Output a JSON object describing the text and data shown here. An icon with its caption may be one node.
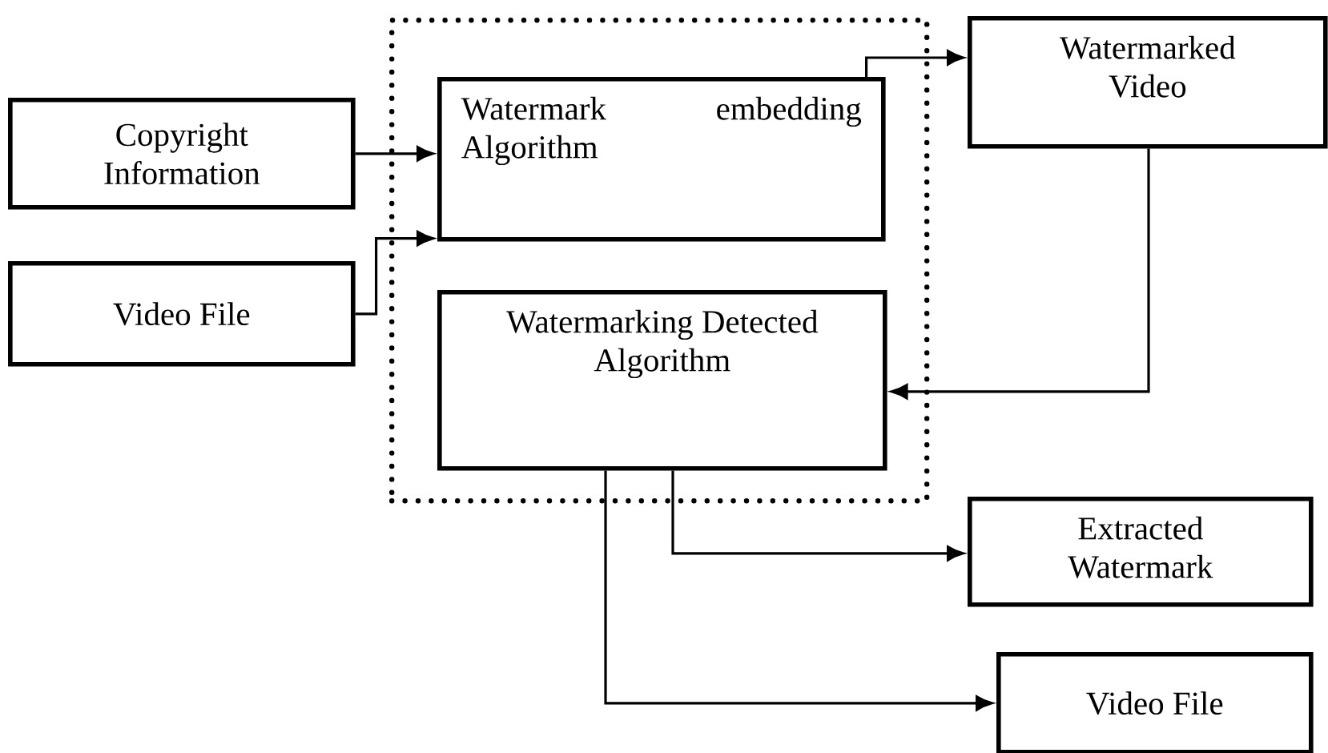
{
  "diagram": {
    "nodes": [
      {
        "text": [
          "Copyright Information"
        ]
      },
      {
        "text": [],
        "shape": "box"
      },
      {
        "text": [
          "Watermark embedding Algorithm"
        ],
        "in": 1
      },
      {
        "text": [
          "Watermarked Video"
        ]
      },
      {
        "text": [
          "Video File"
        ]
      },
      {
        "text": [
          "Watermarking Detected Algorithm"
        ],
        "in": 1
      },
      {
        "text": [
          "Extracted Watermark"
        ]
      },
      {
        "text": [
          "Video File"
        ]
      }
    ],
    "edges": [
      {
        "from": 0,
        "to": 2,
        "arrow": "to"
      },
      {
        "from": 4,
        "to": 2,
        "arrow": "to"
      },
      {
        "from": 2,
        "to": 3,
        "arrow": "to"
      },
      {
        "from": 3,
        "to": 5,
        "arrow": "to"
      },
      {
        "from": 5,
        "to": 6,
        "arrow": "to"
      },
      {
        "from": 5,
        "to": 7,
        "arrow": "to"
      }
    ]
  }
}
